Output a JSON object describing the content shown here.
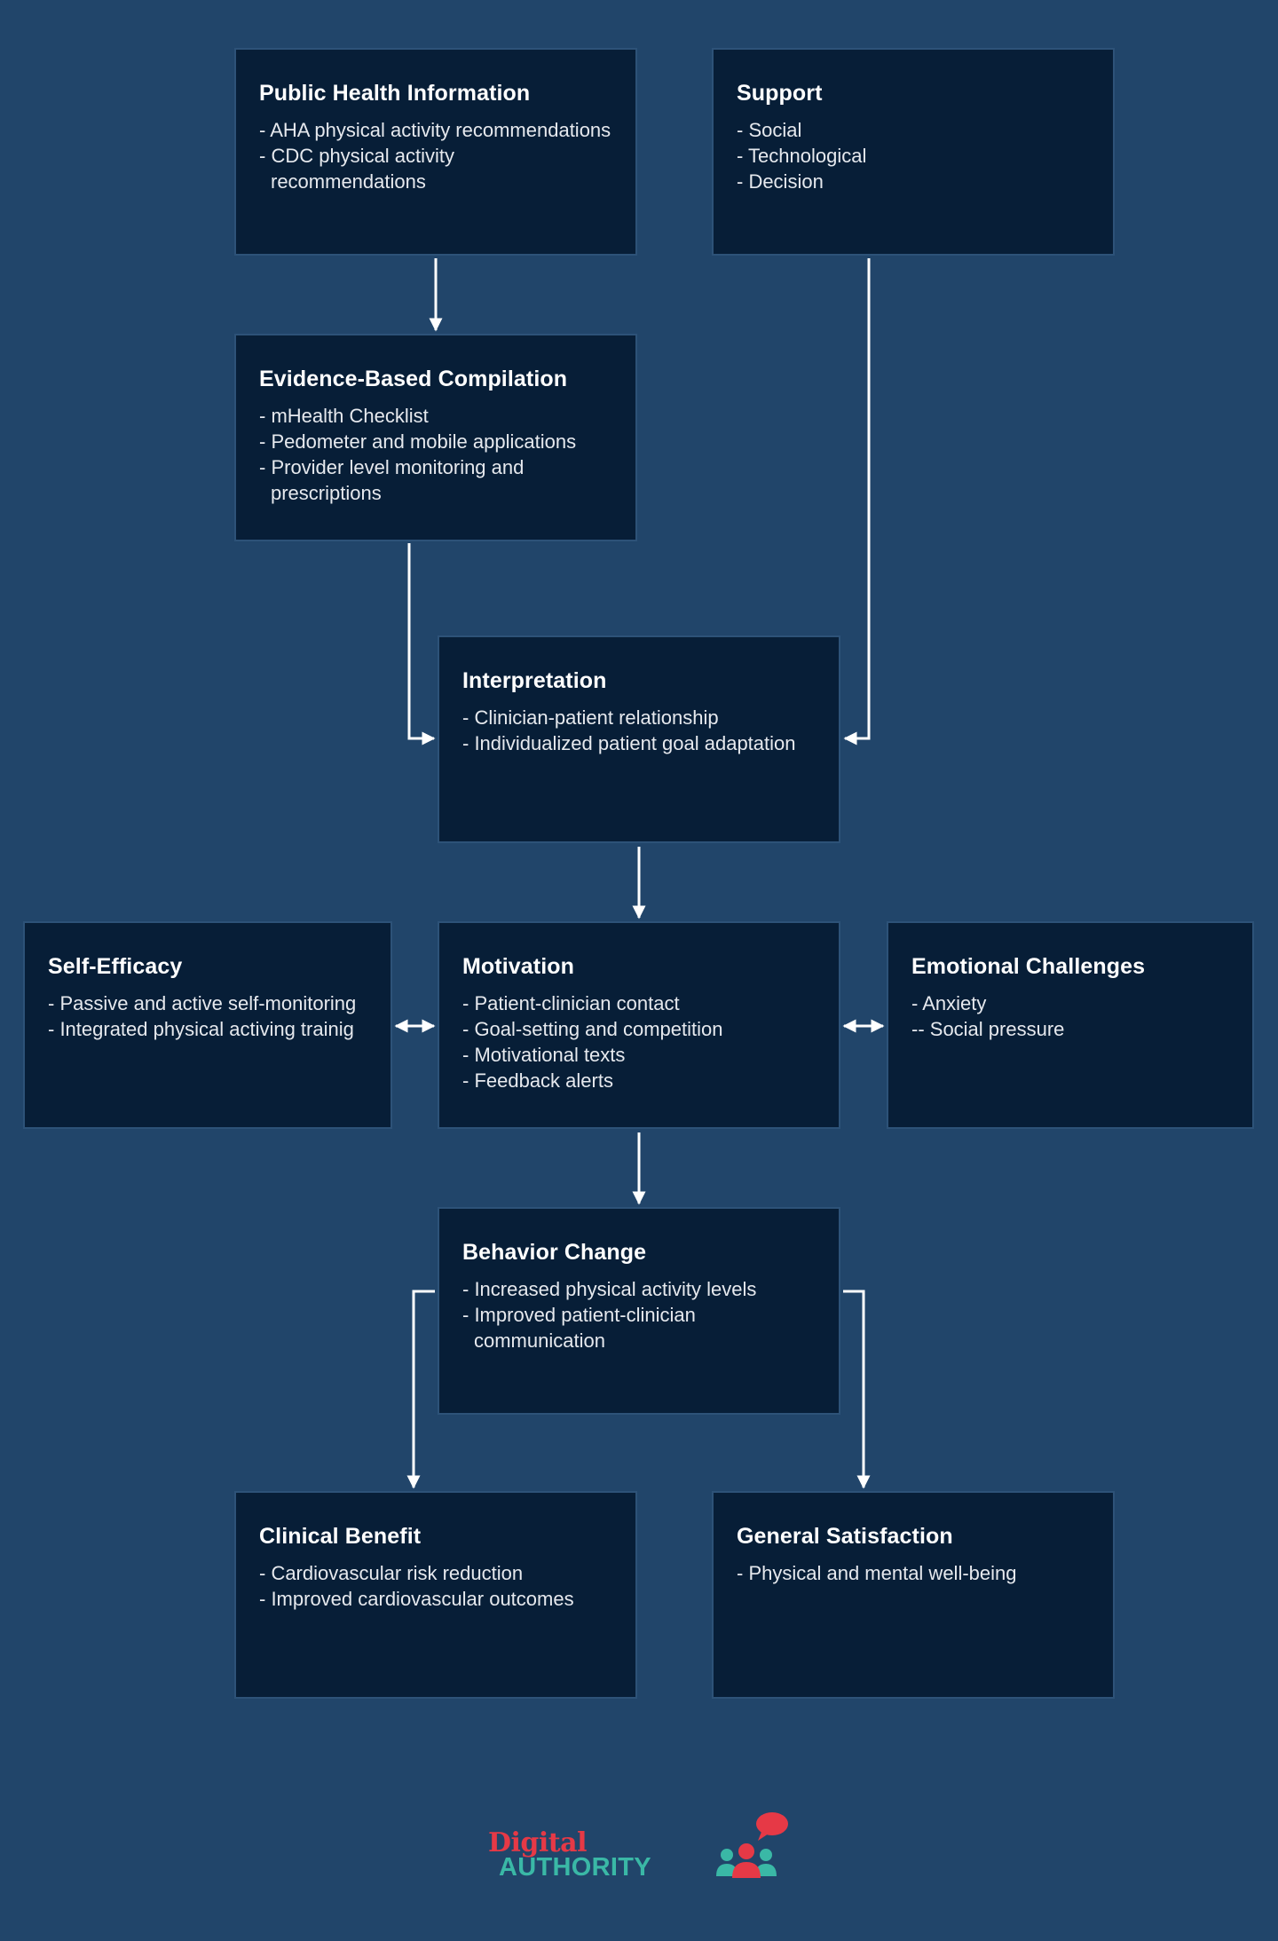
{
  "diagram": {
    "nodes": [
      {
        "id": "public-health",
        "title": "Public Health Information",
        "items": [
          "- AHA physical activity recommendations",
          "- CDC physical activity recommendations"
        ]
      },
      {
        "id": "support",
        "title": "Support",
        "items": [
          "- Social",
          "- Technological",
          "- Decision"
        ]
      },
      {
        "id": "evidence",
        "title": "Evidence-Based Compilation",
        "items": [
          "- mHealth Checklist",
          "- Pedometer and mobile applications",
          "- Provider level monitoring and prescriptions"
        ]
      },
      {
        "id": "interpretation",
        "title": "Interpretation",
        "items": [
          "- Clinician-patient relationship",
          "- Individualized patient goal adaptation"
        ]
      },
      {
        "id": "self-efficacy",
        "title": "Self-Efficacy",
        "items": [
          "- Passive and active self-monitoring",
          "- Integrated physical activing trainig"
        ]
      },
      {
        "id": "motivation",
        "title": "Motivation",
        "items": [
          "- Patient-clinician contact",
          "- Goal-setting and competition",
          "- Motivational texts",
          "- Feedback alerts"
        ]
      },
      {
        "id": "emotional",
        "title": "Emotional Challenges",
        "items": [
          "- Anxiety",
          "-- Social pressure"
        ]
      },
      {
        "id": "behavior",
        "title": "Behavior Change",
        "items": [
          "- Increased physical activity levels",
          "- Improved patient-clinician communication"
        ]
      },
      {
        "id": "clinical",
        "title": "Clinical Benefit",
        "items": [
          "- Cardiovascular risk reduction",
          "- Improved cardiovascular outcomes"
        ]
      },
      {
        "id": "satisfaction",
        "title": "General Satisfaction",
        "items": [
          "- Physical and mental well-being"
        ]
      }
    ],
    "edges": [
      {
        "from": "public-health",
        "to": "evidence"
      },
      {
        "from": "evidence",
        "to": "interpretation"
      },
      {
        "from": "support",
        "to": "interpretation"
      },
      {
        "from": "interpretation",
        "to": "motivation"
      },
      {
        "from": "self-efficacy",
        "to": "motivation",
        "bidirectional": true
      },
      {
        "from": "motivation",
        "to": "emotional",
        "bidirectional": true
      },
      {
        "from": "motivation",
        "to": "behavior"
      },
      {
        "from": "behavior",
        "to": "clinical"
      },
      {
        "from": "behavior",
        "to": "satisfaction"
      }
    ]
  },
  "logo": {
    "word1": "Digital",
    "word2": "AUTHORITY",
    "icon": "people-speech-bubble-icon"
  },
  "colors": {
    "background": "#21456a",
    "box": "#071e37",
    "box_border": "#2d5278",
    "arrow": "#ffffff",
    "logo_red": "#e63946",
    "logo_teal": "#3ab8a6"
  }
}
